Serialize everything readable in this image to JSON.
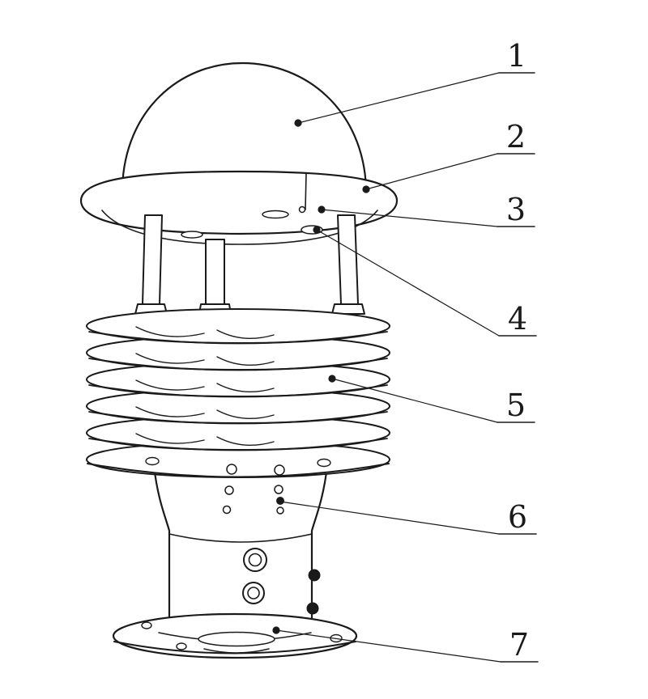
{
  "figure": {
    "background": "#ffffff",
    "line_color": "#1a1a1a",
    "kind": "technical line drawing of a louvered weather multi-sensor station"
  },
  "callouts": [
    {
      "label": "1",
      "part": "dome-cover"
    },
    {
      "label": "2",
      "part": "cap-rim"
    },
    {
      "label": "3",
      "part": "under-cap-sensor"
    },
    {
      "label": "4",
      "part": "under-cap-sensor-2"
    },
    {
      "label": "5",
      "part": "louver-radiation-shield"
    },
    {
      "label": "6",
      "part": "body-vent-hole"
    },
    {
      "label": "7",
      "part": "mounting-base-flange"
    }
  ]
}
